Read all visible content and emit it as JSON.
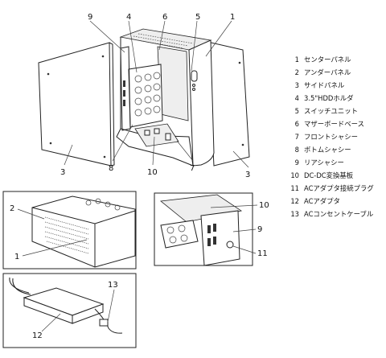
{
  "legend": [
    {
      "num": "1",
      "label": "センターパネル"
    },
    {
      "num": "2",
      "label": "アンダーパネル"
    },
    {
      "num": "3",
      "label": "サイドパネル"
    },
    {
      "num": "4",
      "label": "3.5\"HDDホルダ"
    },
    {
      "num": "5",
      "label": "スイッチユニット"
    },
    {
      "num": "6",
      "label": "マザーボードベース"
    },
    {
      "num": "7",
      "label": "フロントシャシー"
    },
    {
      "num": "8",
      "label": "ボトムシャシー"
    },
    {
      "num": "9",
      "label": "リアシャシー"
    },
    {
      "num": "10",
      "label": "DC-DC変換基板"
    },
    {
      "num": "11",
      "label": "ACアダプタ接続プラグ"
    },
    {
      "num": "12",
      "label": "ACアダプタ"
    },
    {
      "num": "13",
      "label": "ACコンセントケーブル"
    }
  ],
  "callouts": {
    "main": [
      "9",
      "4",
      "6",
      "5",
      "1",
      "3",
      "8",
      "10",
      "7",
      "3"
    ],
    "bottom": [
      "2",
      "1"
    ],
    "rear": [
      "10",
      "9",
      "11"
    ],
    "adapter": [
      "13",
      "12"
    ]
  }
}
